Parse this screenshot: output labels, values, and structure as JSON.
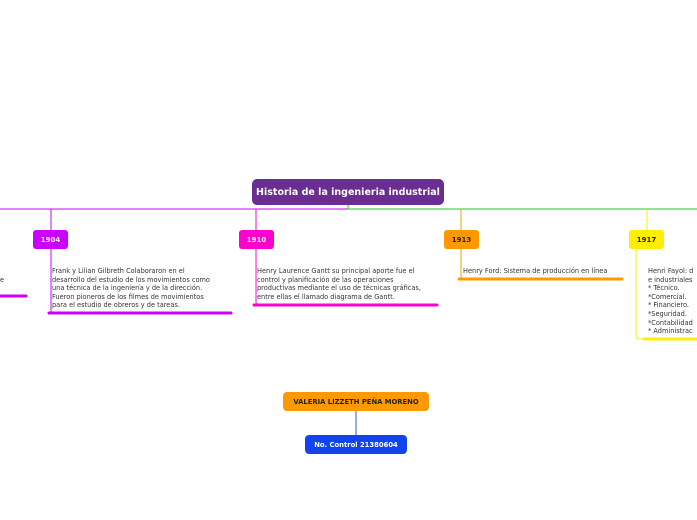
{
  "root": {
    "title": "Historia de la ingenieria industrial"
  },
  "branches": [
    {
      "year": "1904",
      "color": "#cc00ff",
      "text": "Frank y Lilian Gilbreth Colaboraron en el\ndesarrollo del estudio de los movimientos como\nuna técnica de la ingeniería y de la dirección.\nFueron pioneros de los filmes de movimientos\npara el estudio de obreros y de tareas."
    },
    {
      "year": "1910",
      "color": "#ff00cc",
      "text": "Henry Laurence Gantt su principal aporte fue el\ncontrol y planificación de las operaciones\nproductivas mediante el uso de técnicas gráficas,\nentre ellas el llamado diagrama de Gantt."
    },
    {
      "year": "1913",
      "color": "#ff9900",
      "text": "Henry Ford: Sistema de producción en línea"
    },
    {
      "year": "1917",
      "color": "#ffee00",
      "text": "Henri Fayol: d\ne industriales\n* Técnico.\n*Comercial.\n* Financiero.\n*Seguridad.\n*Contabilidad\n* Administrac"
    }
  ],
  "left_fragment": "e",
  "author": {
    "name": "VALERIA LIZZETH PEÑA MORENO",
    "color": "#ff9900"
  },
  "control": {
    "label": "No. Control 21380604",
    "color": "#1144ee"
  },
  "colors": {
    "root": "#6a2d91",
    "left_line": "#cc00ff",
    "right_line": "#22cc22",
    "connector": "#3355cc"
  }
}
